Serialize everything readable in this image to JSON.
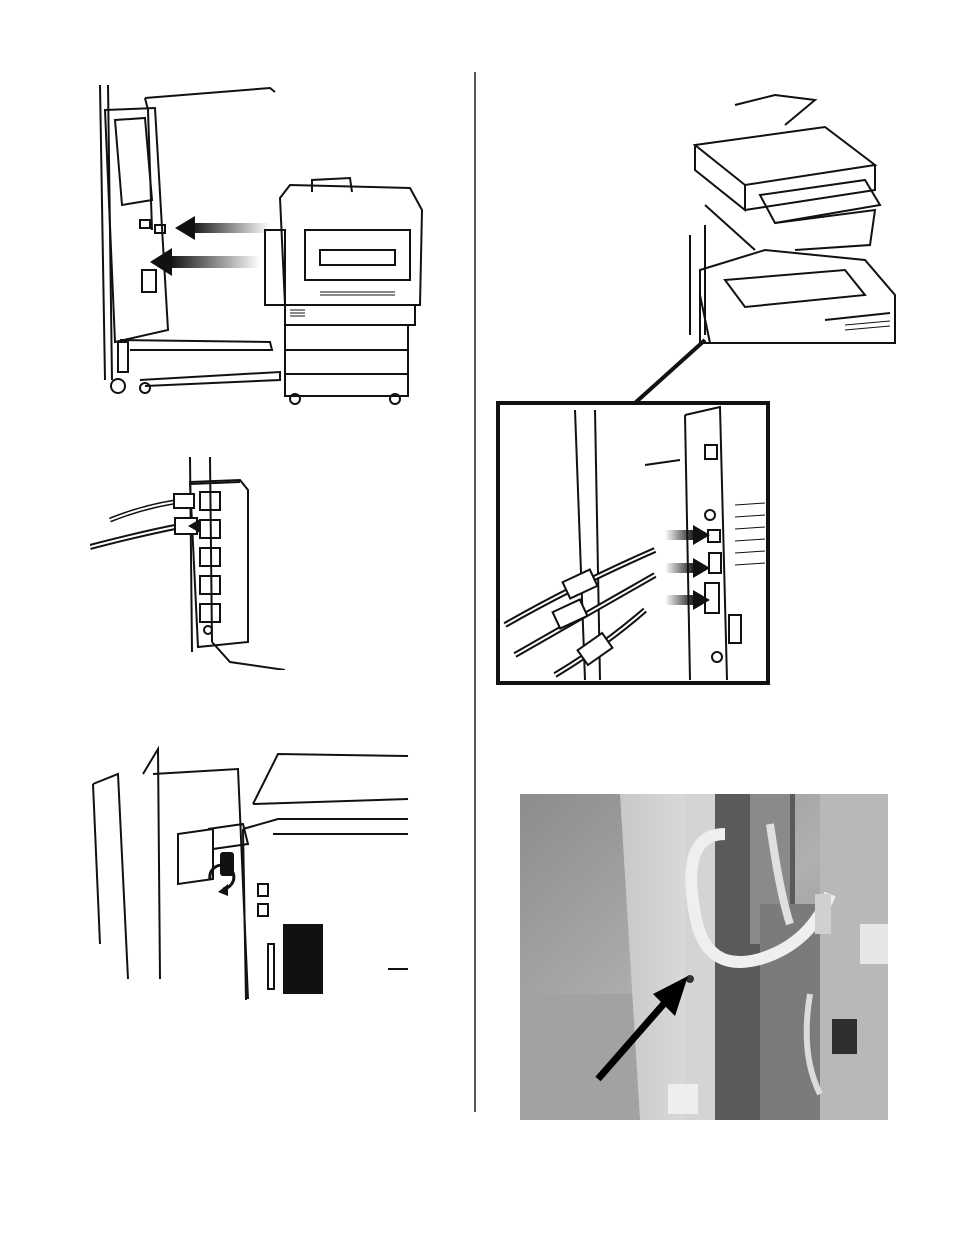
{
  "page": {
    "background": "#ffffff"
  },
  "figures": [
    {
      "id": "stand-attach",
      "icon": "printer-on-stand-illustration"
    },
    {
      "id": "power-strip",
      "icon": "power-cord-strip-illustration"
    },
    {
      "id": "thumbscrew",
      "icon": "thumbscrew-rotate-illustration"
    },
    {
      "id": "cable-connection",
      "icon": "mfp-cable-connection-illustration"
    },
    {
      "id": "cable-photo",
      "icon": "cable-routing-photo"
    }
  ],
  "colors": {
    "ink": "#111111",
    "photo_mid": "#9a9a9a",
    "photo_dark": "#4a4a4a"
  }
}
